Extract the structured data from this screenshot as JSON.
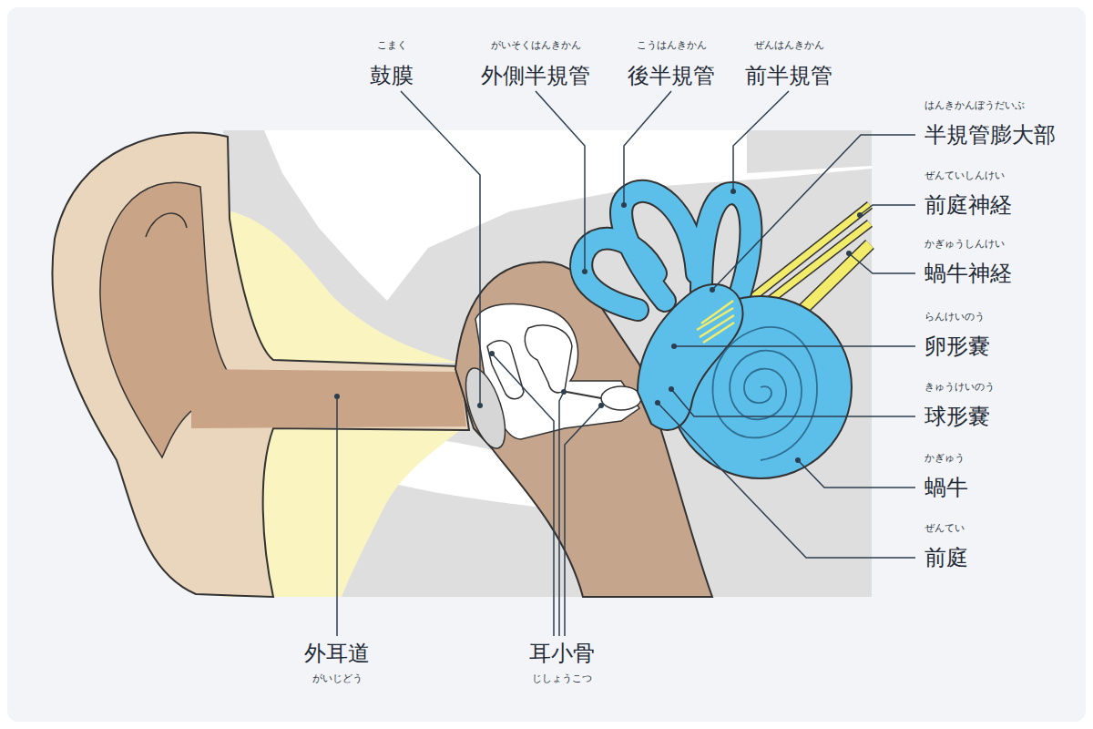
{
  "diagram": {
    "labels": [
      "こまく",
      "鼓膜",
      "がいそくはんきかん",
      "外側半規管",
      "こうはんきかん",
      "後半規管",
      "ぜんはんきかん",
      "前半規管",
      "はんきかんぼうだいぶ",
      "半規管膨大部",
      "ぜんていしんけい",
      "前庭神経",
      "かぎゅうしんけい",
      "蝸牛神経",
      "らんけいのう",
      "卵形嚢",
      "きゅうけいのう",
      "球形嚢",
      "かぎゅう",
      "蝸牛",
      "ぜんてい",
      "前庭",
      "外耳道",
      "がいじどう",
      "耳小骨",
      "じしょうこつ"
    ]
  }
}
